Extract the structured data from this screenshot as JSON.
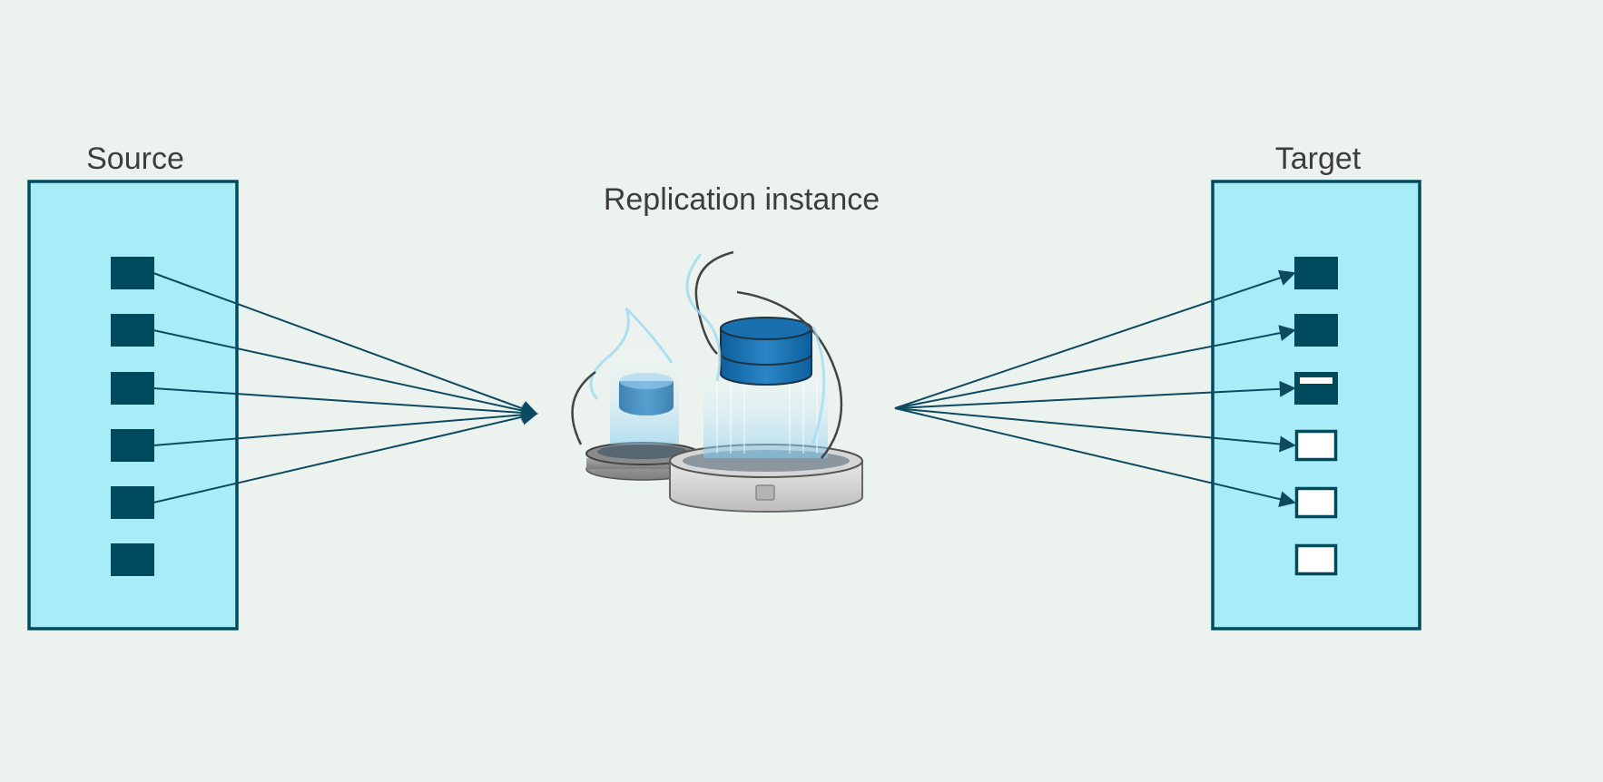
{
  "diagram": {
    "source": {
      "title": "Source",
      "tables": [
        {
          "state": "filled"
        },
        {
          "state": "filled"
        },
        {
          "state": "filled"
        },
        {
          "state": "filled"
        },
        {
          "state": "filled"
        },
        {
          "state": "filled"
        }
      ]
    },
    "replication": {
      "title": "Replication instance",
      "icon": "replication-database-icon"
    },
    "target": {
      "title": "Target",
      "tables": [
        {
          "state": "filled"
        },
        {
          "state": "filled"
        },
        {
          "state": "partial"
        },
        {
          "state": "empty"
        },
        {
          "state": "empty"
        },
        {
          "state": "empty"
        }
      ]
    },
    "colors": {
      "background": "#ecf3ef",
      "panel_fill": "#a8ecf7",
      "panel_border": "#004a5e",
      "table_fill": "#004a5e",
      "arrow": "#0d4a60",
      "label_text": "#3d3d3d",
      "db_blue": "#1a6fae"
    }
  }
}
